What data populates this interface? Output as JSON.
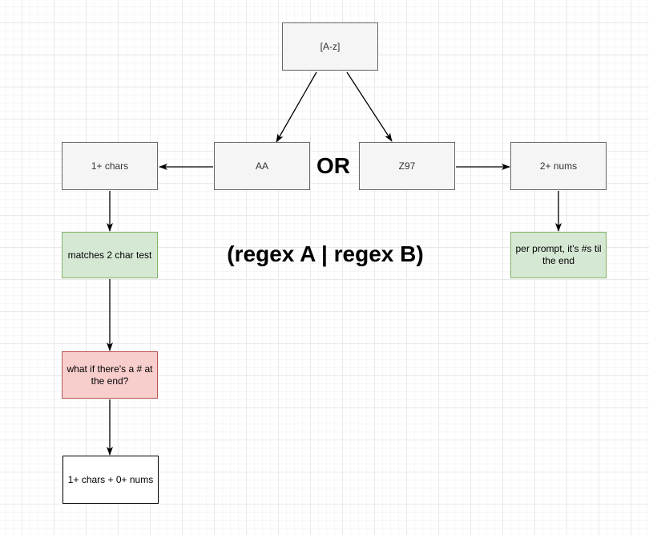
{
  "diagram": {
    "nodes": {
      "a_z": {
        "label": "[A-z]"
      },
      "one_plus_chars": {
        "label": "1+ chars"
      },
      "aa": {
        "label": "AA"
      },
      "z97": {
        "label": "Z97"
      },
      "two_plus_nums": {
        "label": "2+ nums"
      },
      "matches_two_char": {
        "label": "matches 2 char test"
      },
      "per_prompt": {
        "label": "per prompt, it's #s til the end"
      },
      "what_if_hash": {
        "label": "what if there's a # at the end?"
      },
      "chars_plus_nums": {
        "label": "1+ chars + 0+ nums"
      }
    },
    "labels": {
      "or": "OR",
      "regex_union": "(regex A | regex B)"
    },
    "colors": {
      "gray_fill": "#f5f5f5",
      "gray_border": "#666666",
      "gray_text": "#333333",
      "green_fill": "#d5e8d4",
      "green_border": "#82b366",
      "red_fill": "#f8cecc",
      "red_border": "#b85450",
      "white_fill": "#ffffff",
      "white_border": "#000000",
      "arrow": "#000000",
      "grid_minor": "#f6f5f7",
      "grid_major": "#e9e9e9"
    }
  }
}
